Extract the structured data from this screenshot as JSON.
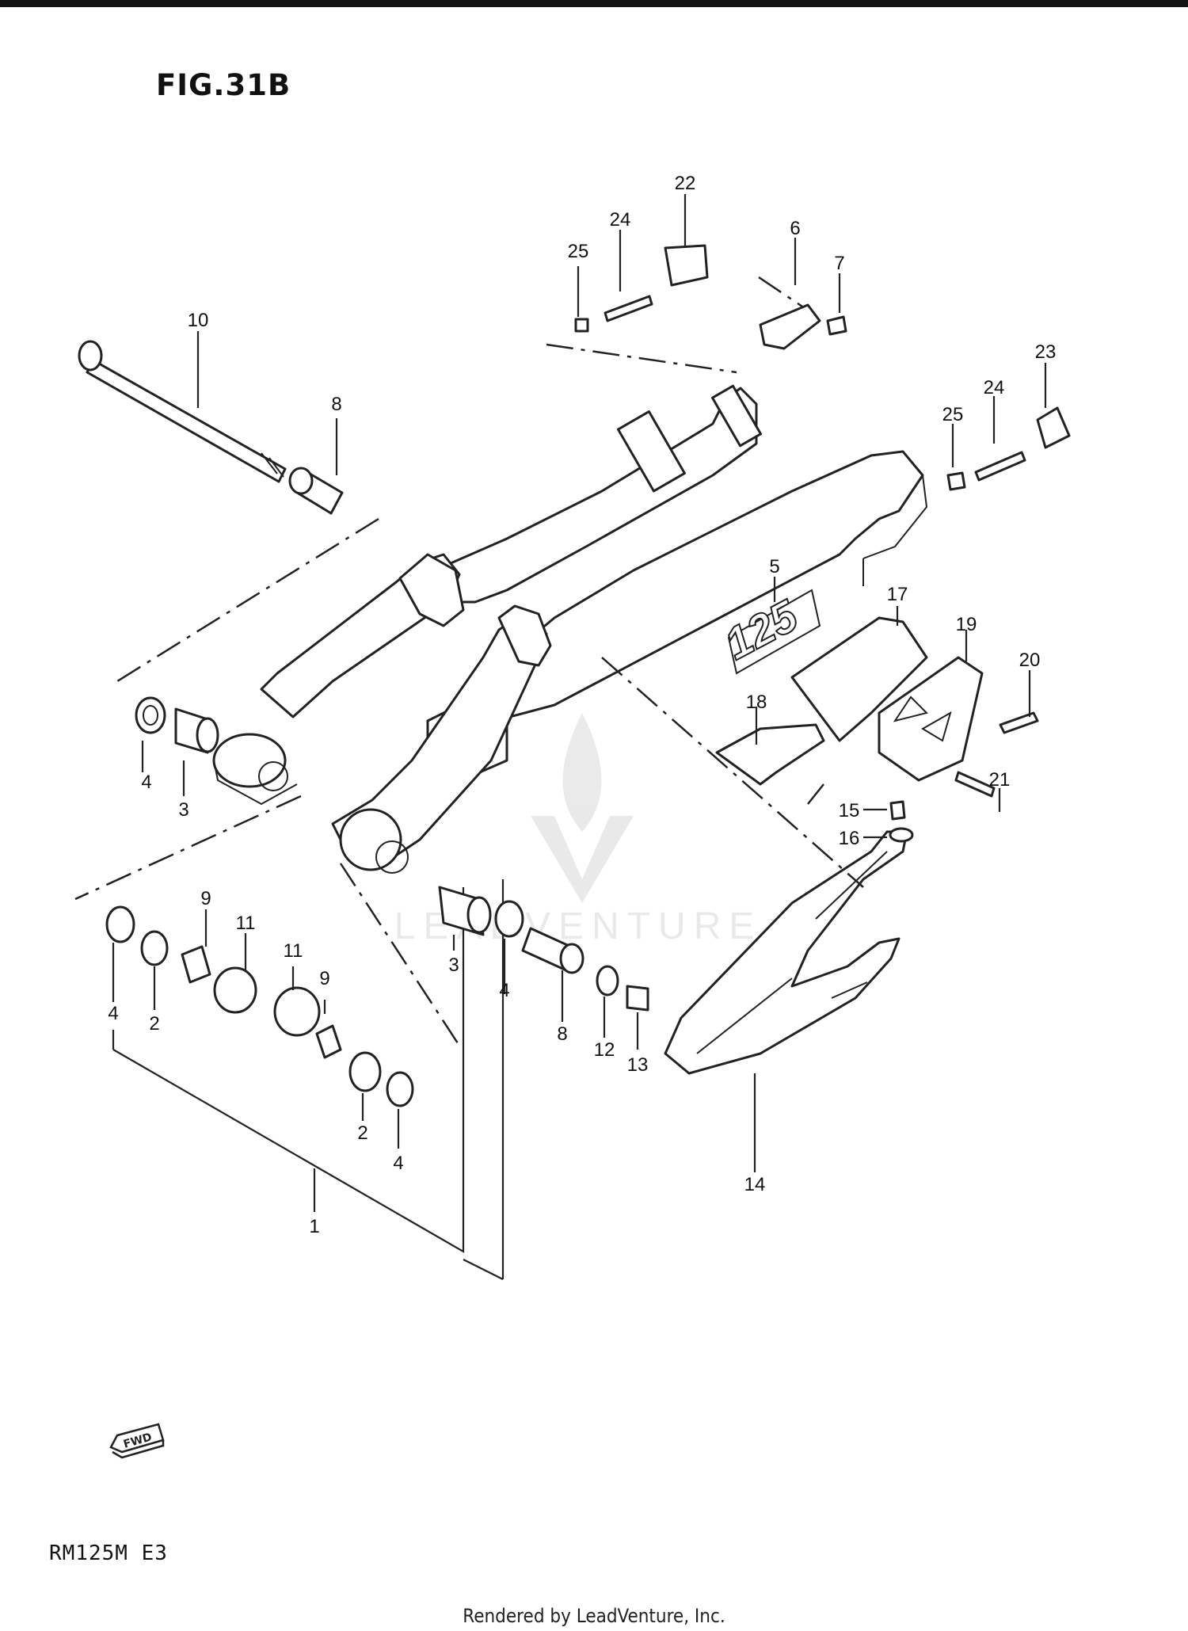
{
  "figure_title": "FIG.31B",
  "model_code": "RM125M E3",
  "footer": "Rendered by LeadVenture, Inc.",
  "watermark": "LEADVENTURE",
  "fwd_label": "FWD",
  "swingarm_decal": "125",
  "part_labels": {
    "p1": "1",
    "p2a": "2",
    "p2b": "2",
    "p3a": "3",
    "p3b": "3",
    "p4a": "4",
    "p4b": "4",
    "p4c": "4",
    "p4d": "4",
    "p5": "5",
    "p6": "6",
    "p7": "7",
    "p8a": "8",
    "p8b": "8",
    "p9a": "9",
    "p9b": "9",
    "p10": "10",
    "p11a": "11",
    "p11b": "11",
    "p12": "12",
    "p13": "13",
    "p14": "14",
    "p15": "15",
    "p16": "16",
    "p17": "17",
    "p18": "18",
    "p19": "19",
    "p20": "20",
    "p21": "21",
    "p22": "22",
    "p23": "23",
    "p24a": "24",
    "p24b": "24",
    "p25a": "25",
    "p25b": "25"
  }
}
